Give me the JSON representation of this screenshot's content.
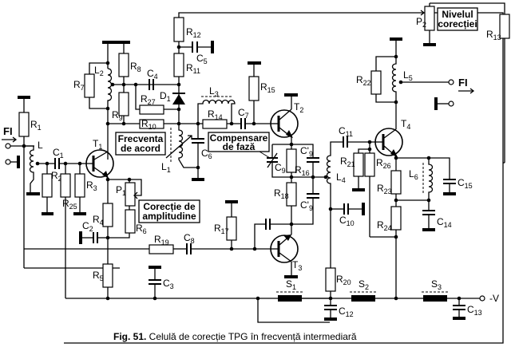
{
  "figure": {
    "caption_number": "Fig. 51.",
    "caption_text": " Celulă de corecție TPG în frecvență intermediară"
  },
  "annotations": {
    "nivelul_line1": "Nivelul",
    "nivelul_line2": "corecției",
    "frecventa_line1": "Frecventa",
    "frecventa_line2": "de acord",
    "compensare_line1": "Compensare",
    "compensare_line2": "de fază",
    "corectie_line1": "Corecție de",
    "corectie_line2": "amplitudine"
  },
  "terminals": {
    "input": "FI",
    "output": "FI",
    "supply": "-V"
  },
  "components": {
    "R1": "R",
    "R1s": "1",
    "R2": "R",
    "R2s": "2",
    "R3": "R",
    "R3s": "3",
    "R4": "R",
    "R4s": "4",
    "R5": "R",
    "R5s": "5",
    "R6": "R",
    "R6s": "6",
    "R7": "R",
    "R7s": "7",
    "R8": "R",
    "R8s": "8",
    "R9": "R",
    "R9s": "9",
    "R10": "R",
    "R10s": "10",
    "R11": "R",
    "R11s": "11",
    "R12": "R",
    "R12s": "12",
    "R13": "R",
    "R13s": "13",
    "R14": "R",
    "R14s": "14",
    "R15": "R",
    "R15s": "15",
    "R16": "R",
    "R16s": "16",
    "R17": "R",
    "R17s": "17",
    "R18": "R",
    "R18s": "18",
    "R19": "R",
    "R19s": "19",
    "R20": "R",
    "R20s": "20",
    "R21": "R",
    "R21s": "21",
    "R22": "R",
    "R22s": "22",
    "R23": "R",
    "R23s": "23",
    "R24": "R",
    "R24s": "24",
    "R25": "R",
    "R25s": "25",
    "R26": "R",
    "R26s": "26",
    "R27": "R",
    "R27s": "27",
    "C1": "C",
    "C1s": "1",
    "C2": "C",
    "C2s": "2",
    "C3": "C",
    "C3s": "3",
    "C4": "C",
    "C4s": "4",
    "C5": "C",
    "C5s": "5",
    "C6": "C",
    "C6s": "6",
    "C7": "C",
    "C7s": "7",
    "C8": "C",
    "C8s": "8",
    "C9": "C",
    "C9s": "9",
    "C9a": "C'",
    "C9as": "9",
    "C9b": "C'",
    "C9bs": "9",
    "C10": "C",
    "C10s": "10",
    "C11": "C",
    "C11s": "11",
    "C12": "C",
    "C12s": "12",
    "C13": "C",
    "C13s": "13",
    "C14": "C",
    "C14s": "14",
    "C15": "C",
    "C15s": "15",
    "L": "L",
    "L1": "L",
    "L1s": "1",
    "L2": "L",
    "L2s": "2",
    "L3": "L",
    "L3s": "3",
    "L4": "L",
    "L4s": "4",
    "L5": "L",
    "L5s": "5",
    "L6": "L",
    "L6s": "6",
    "T1": "T",
    "T1s": "1",
    "T2": "T",
    "T2s": "2",
    "T3": "T",
    "T3s": "3",
    "T4": "T",
    "T4s": "4",
    "D1": "D",
    "D1s": "1",
    "P1": "P",
    "P1s": "1",
    "P2": "P",
    "P2s": "2",
    "S1": "S",
    "S1s": "1",
    "S2": "S",
    "S2s": "2",
    "S3": "S",
    "S3s": "3"
  }
}
